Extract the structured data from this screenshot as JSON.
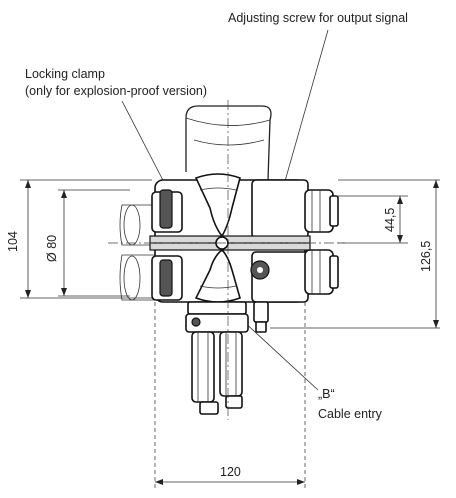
{
  "labels": {
    "adjusting_screw": "Adjusting screw for output signal",
    "locking_clamp_line1": "Locking clamp",
    "locking_clamp_line2": "(only for explosion-proof version)",
    "b_marker": "„B“",
    "cable_entry": "Cable entry"
  },
  "dimensions": {
    "height_left": "104",
    "diameter": "Ø 80",
    "right_small": "44,5",
    "right_large": "126,5",
    "bottom_width": "120"
  }
}
